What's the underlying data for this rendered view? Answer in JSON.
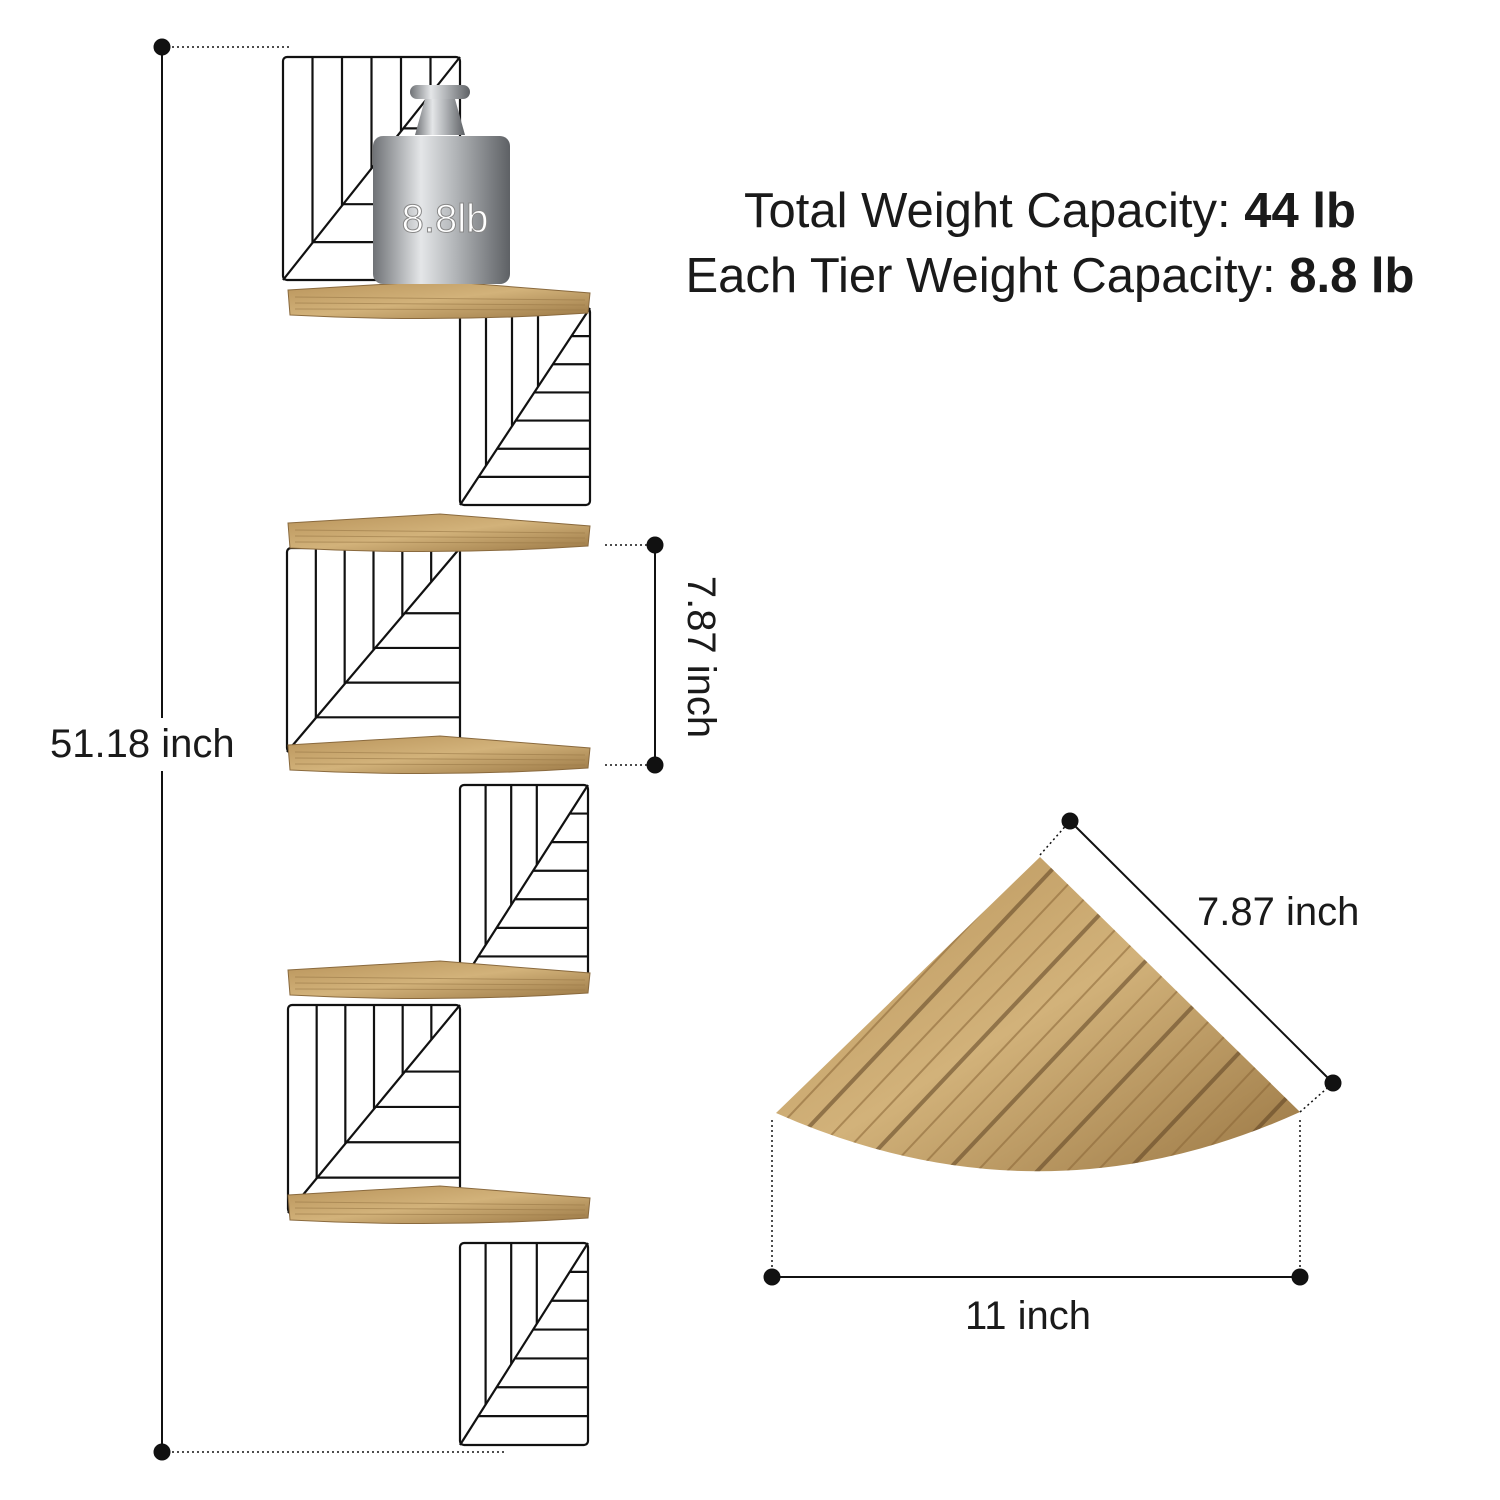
{
  "headline": {
    "total_label": "Total Weight Capacity: ",
    "total_value": "44 lb",
    "tier_label": "Each Tier Weight Capacity: ",
    "tier_value": "8.8 lb"
  },
  "weight_label": "8.8lb",
  "dimensions": {
    "total_height": "51.18 inch",
    "tier_spacing": "7.87 inch",
    "shelf_depth": "7.87 inch",
    "shelf_width": "11 inch"
  },
  "colors": {
    "wire": "#111111",
    "wood_light": "#c9a56a",
    "wood_dark": "#7a5a33",
    "weight": "#a9acb0"
  }
}
